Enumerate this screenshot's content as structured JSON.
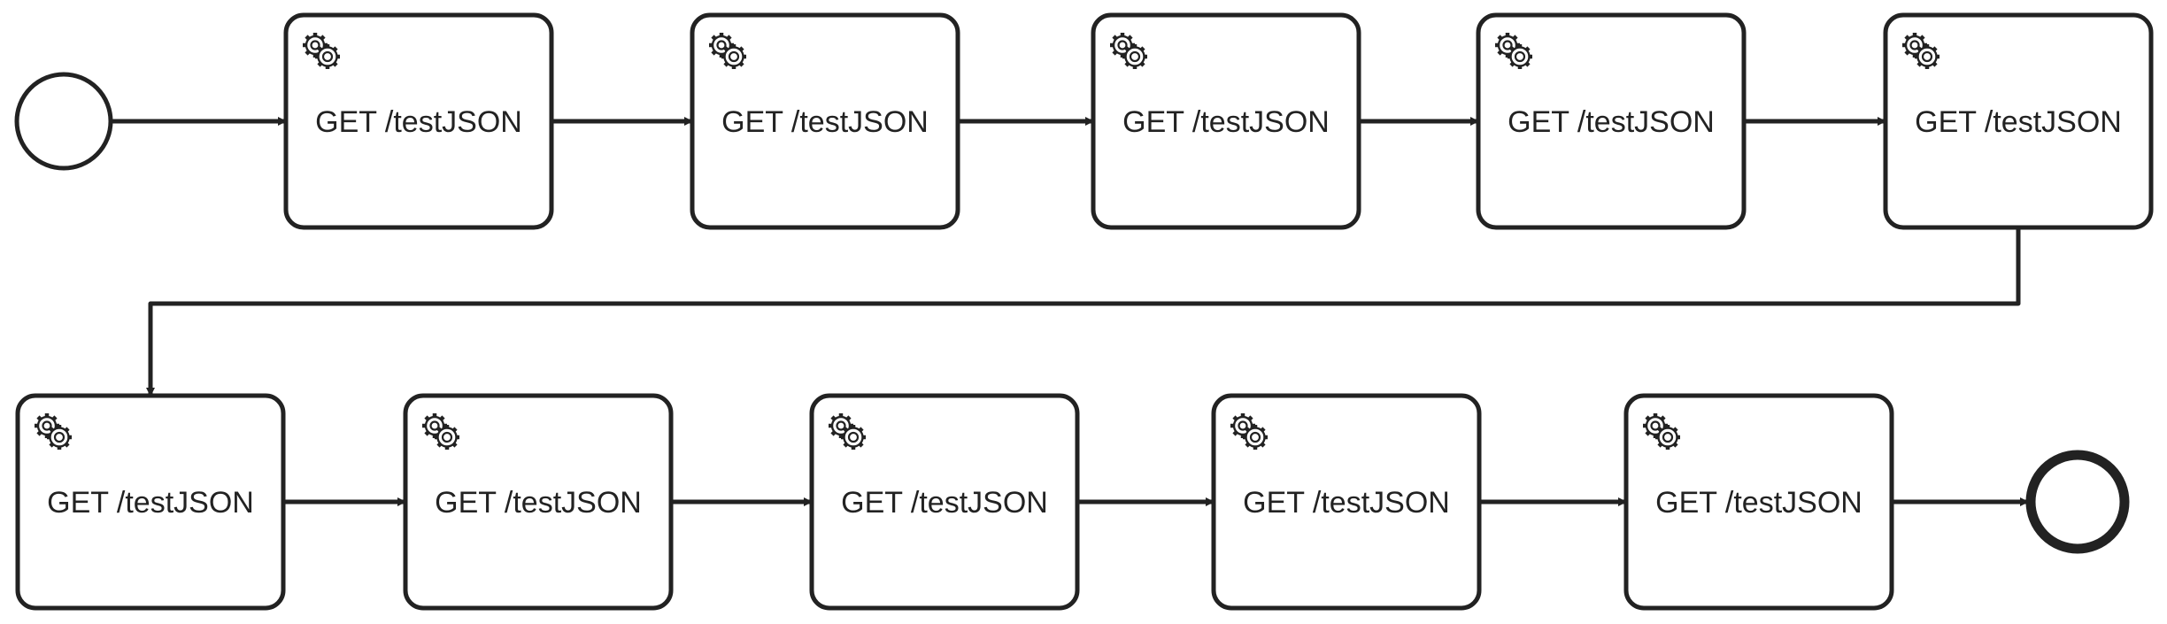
{
  "diagram": {
    "colors": {
      "stroke": "#222222",
      "fill": "#ffffff",
      "text": "#222222"
    },
    "start_event": {
      "type": "start",
      "icon": "start-event-circle"
    },
    "end_event": {
      "type": "end",
      "icon": "end-event-circle"
    },
    "tasks": [
      {
        "type": "service-task",
        "icon": "gear-icon",
        "label": "GET /testJSON"
      },
      {
        "type": "service-task",
        "icon": "gear-icon",
        "label": "GET /testJSON"
      },
      {
        "type": "service-task",
        "icon": "gear-icon",
        "label": "GET /testJSON"
      },
      {
        "type": "service-task",
        "icon": "gear-icon",
        "label": "GET /testJSON"
      },
      {
        "type": "service-task",
        "icon": "gear-icon",
        "label": "GET /testJSON"
      },
      {
        "type": "service-task",
        "icon": "gear-icon",
        "label": "GET /testJSON"
      },
      {
        "type": "service-task",
        "icon": "gear-icon",
        "label": "GET /testJSON"
      },
      {
        "type": "service-task",
        "icon": "gear-icon",
        "label": "GET /testJSON"
      },
      {
        "type": "service-task",
        "icon": "gear-icon",
        "label": "GET /testJSON"
      },
      {
        "type": "service-task",
        "icon": "gear-icon",
        "label": "GET /testJSON"
      }
    ]
  }
}
